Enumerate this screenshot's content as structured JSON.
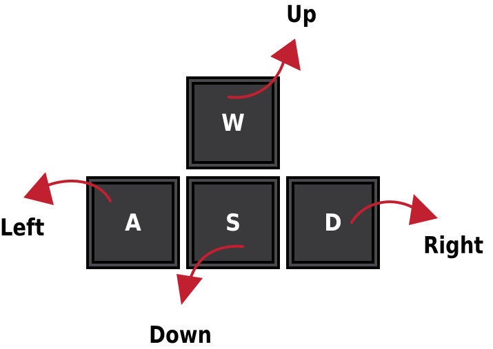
{
  "keys": {
    "w": "W",
    "a": "A",
    "s": "S",
    "d": "D"
  },
  "directions": {
    "up": "Up",
    "left": "Left",
    "down": "Down",
    "right": "Right"
  },
  "colors": {
    "arrow": "#c0202f",
    "key_face": "#3a3a3c"
  }
}
